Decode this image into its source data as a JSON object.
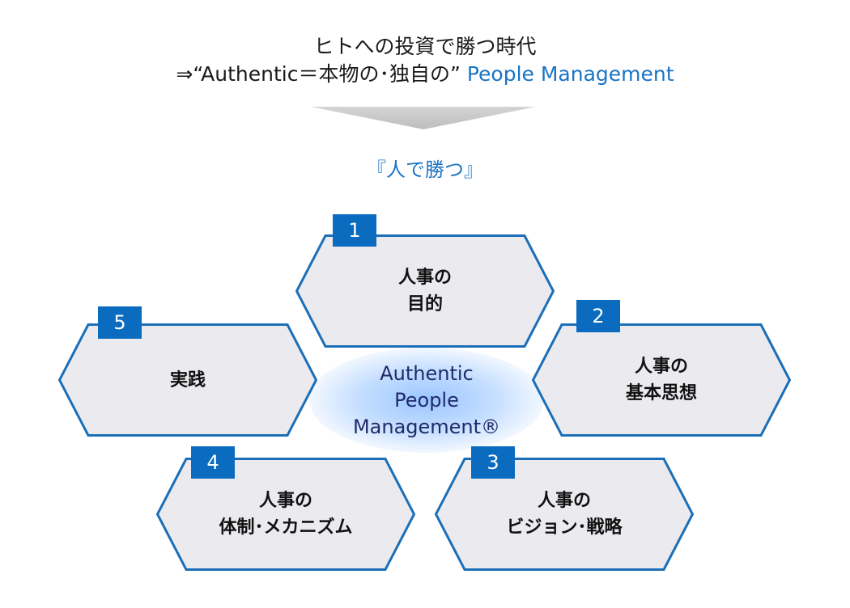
{
  "header": {
    "line1": "ヒトへの投資で勝つ時代",
    "line2_prefix": "⇒“Authentic＝本物の･独自の” ",
    "line2_accent": "People Management"
  },
  "subtitle": "『人で勝つ』",
  "center": {
    "line1": "Authentic",
    "line2": "People",
    "line3": "Management®"
  },
  "colors": {
    "accent": "#1a74c4",
    "badge": "#0b6cbf",
    "hex_fill": "#ebebef",
    "hex_stroke": "#1b6fb8",
    "center_text": "#1f2a6b"
  },
  "items": [
    {
      "number": "1",
      "line1": "人事の",
      "line2": "目的"
    },
    {
      "number": "2",
      "line1": "人事の",
      "line2": "基本思想"
    },
    {
      "number": "3",
      "line1": "人事の",
      "line2": "ビジョン･戦略"
    },
    {
      "number": "4",
      "line1": "人事の",
      "line2": "体制･メカニズム"
    },
    {
      "number": "5",
      "line1": "実践",
      "line2": ""
    }
  ]
}
